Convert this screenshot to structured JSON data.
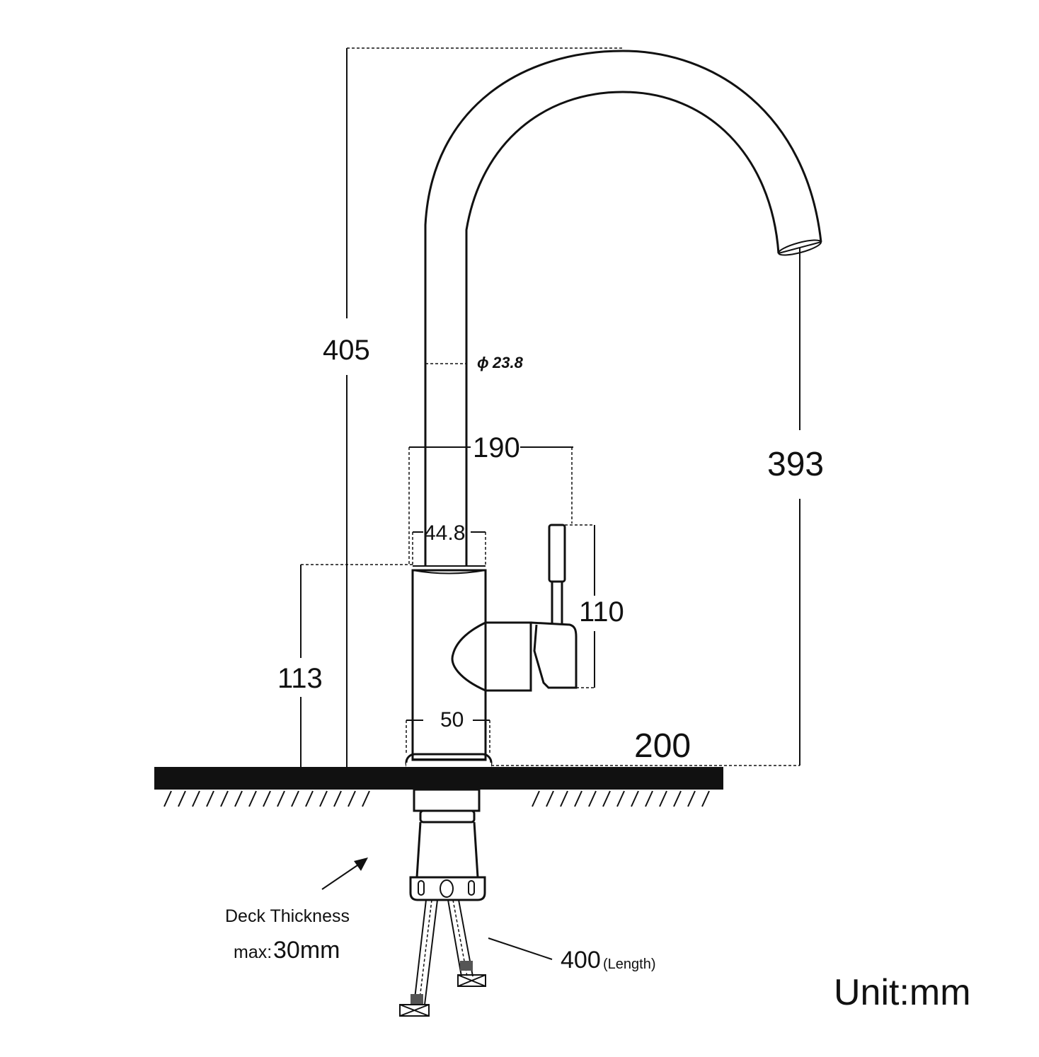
{
  "dimensions": {
    "overall_height": "405",
    "spout_height": "393",
    "spout_reach": "200",
    "handle_span": "190",
    "spout_tube_diameter": "23.8",
    "diameter_symbol": "ϕ",
    "body_top_diameter": "44.8",
    "base_diameter": "50",
    "handle_height": "110",
    "body_height": "113"
  },
  "notes": {
    "deck_thickness_label": "Deck Thickness",
    "deck_max_prefix": "max:",
    "deck_max_value": "30mm",
    "hose_length_value": "400",
    "hose_length_suffix": "(Length)",
    "unit": "Unit:mm"
  },
  "colors": {
    "line": "#111111",
    "background": "#ffffff"
  }
}
